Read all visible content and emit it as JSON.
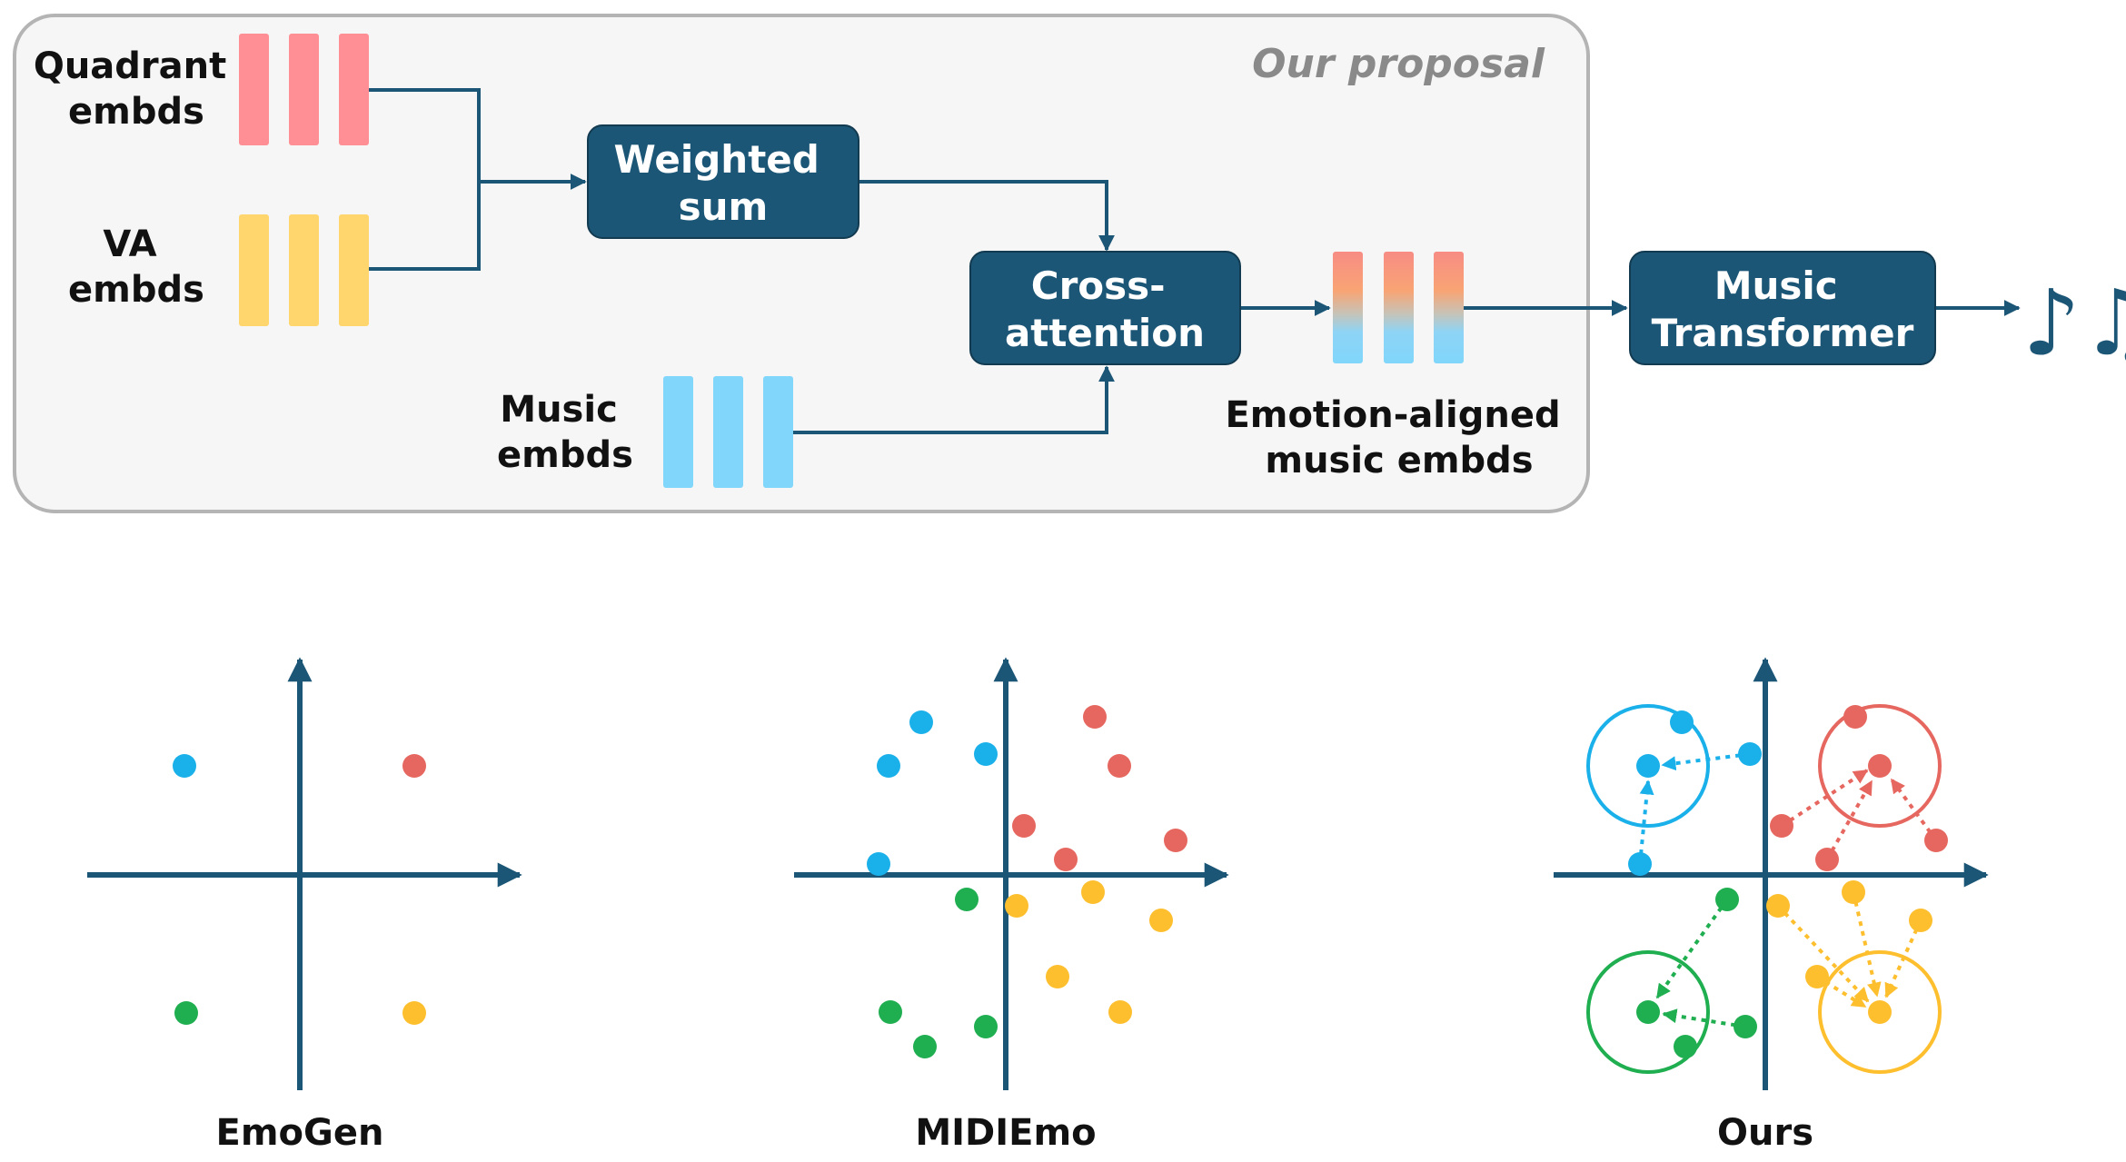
{
  "proposal_label": "Our proposal",
  "inputs": {
    "quadrant": {
      "line1": "Quadrant",
      "line2": "embds"
    },
    "va": {
      "line1": "VA",
      "line2": "embds"
    },
    "music": {
      "line1": "Music",
      "line2": "embds"
    }
  },
  "boxes": {
    "weighted_sum": {
      "line1": "Weighted",
      "line2": "sum"
    },
    "cross_attention": {
      "line1": "Cross-",
      "line2": "attention"
    },
    "music_transformer": {
      "line1": "Music",
      "line2": "Transformer"
    }
  },
  "output_label": {
    "line1": "Emotion-aligned",
    "line2": "music embds"
  },
  "music_note_glyph": "♪♫",
  "panels": [
    {
      "title": "EmoGen"
    },
    {
      "title": "MIDIEmo"
    },
    {
      "title": "Ours"
    }
  ],
  "colors": {
    "box": "#1c5676",
    "arrow": "#1c5676",
    "quadrant_embd": "#ff8f94",
    "va_embd": "#ffd66e",
    "music_embd": "#80d6fb",
    "q_blue": "#1ab0ea",
    "q_red": "#e6675f",
    "q_green": "#1fae50",
    "q_yellow": "#fdbf2e"
  },
  "icons": [
    "music-note-icon"
  ]
}
